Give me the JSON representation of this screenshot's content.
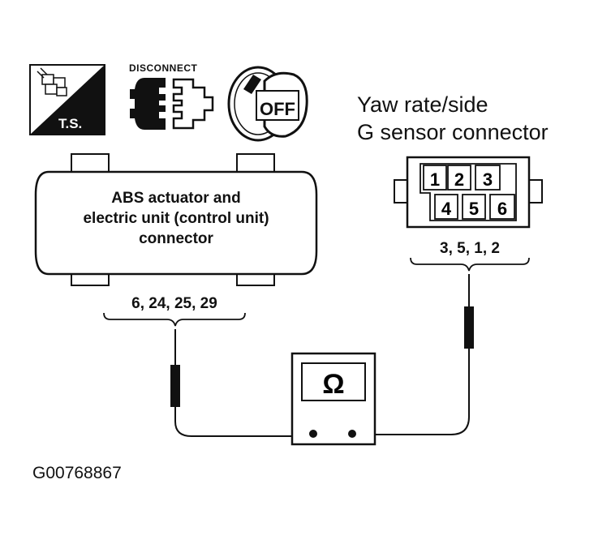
{
  "icons": {
    "ts_label": "T.S.",
    "disconnect_label": "DISCONNECT",
    "off_label": "OFF"
  },
  "abs_connector": {
    "label_lines": [
      "ABS actuator and",
      "electric unit (control unit)",
      "connector"
    ],
    "terminals": "6, 24, 25, 29"
  },
  "yaw_sensor": {
    "title_lines": [
      "Yaw rate/side",
      "G sensor connector"
    ],
    "pins_top": [
      "1",
      "2",
      "3"
    ],
    "pins_bottom": [
      "4",
      "5",
      "6"
    ],
    "terminals": "3, 5, 1, 2"
  },
  "meter": {
    "symbol": "Ω"
  },
  "figure_id": "G00768867"
}
